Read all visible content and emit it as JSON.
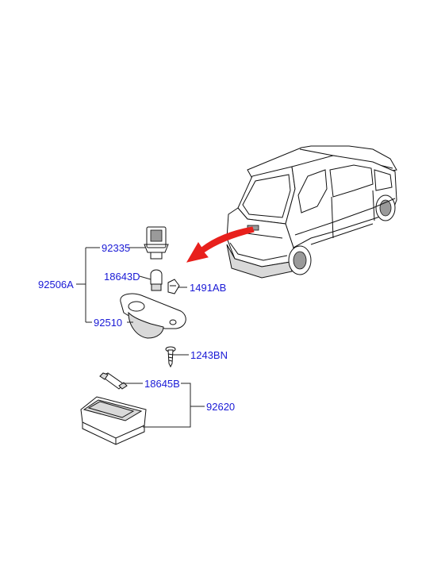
{
  "parts": {
    "p92335": "92335",
    "p18643D": "18643D",
    "p92506A": "92506A",
    "p1491AB": "1491AB",
    "p92510": "92510",
    "p1243BN": "1243BN",
    "p18645B": "18645B",
    "p92620": "92620"
  },
  "colors": {
    "label": "#1a1ad6",
    "arrow": "#e8201c",
    "line": "#222222"
  }
}
